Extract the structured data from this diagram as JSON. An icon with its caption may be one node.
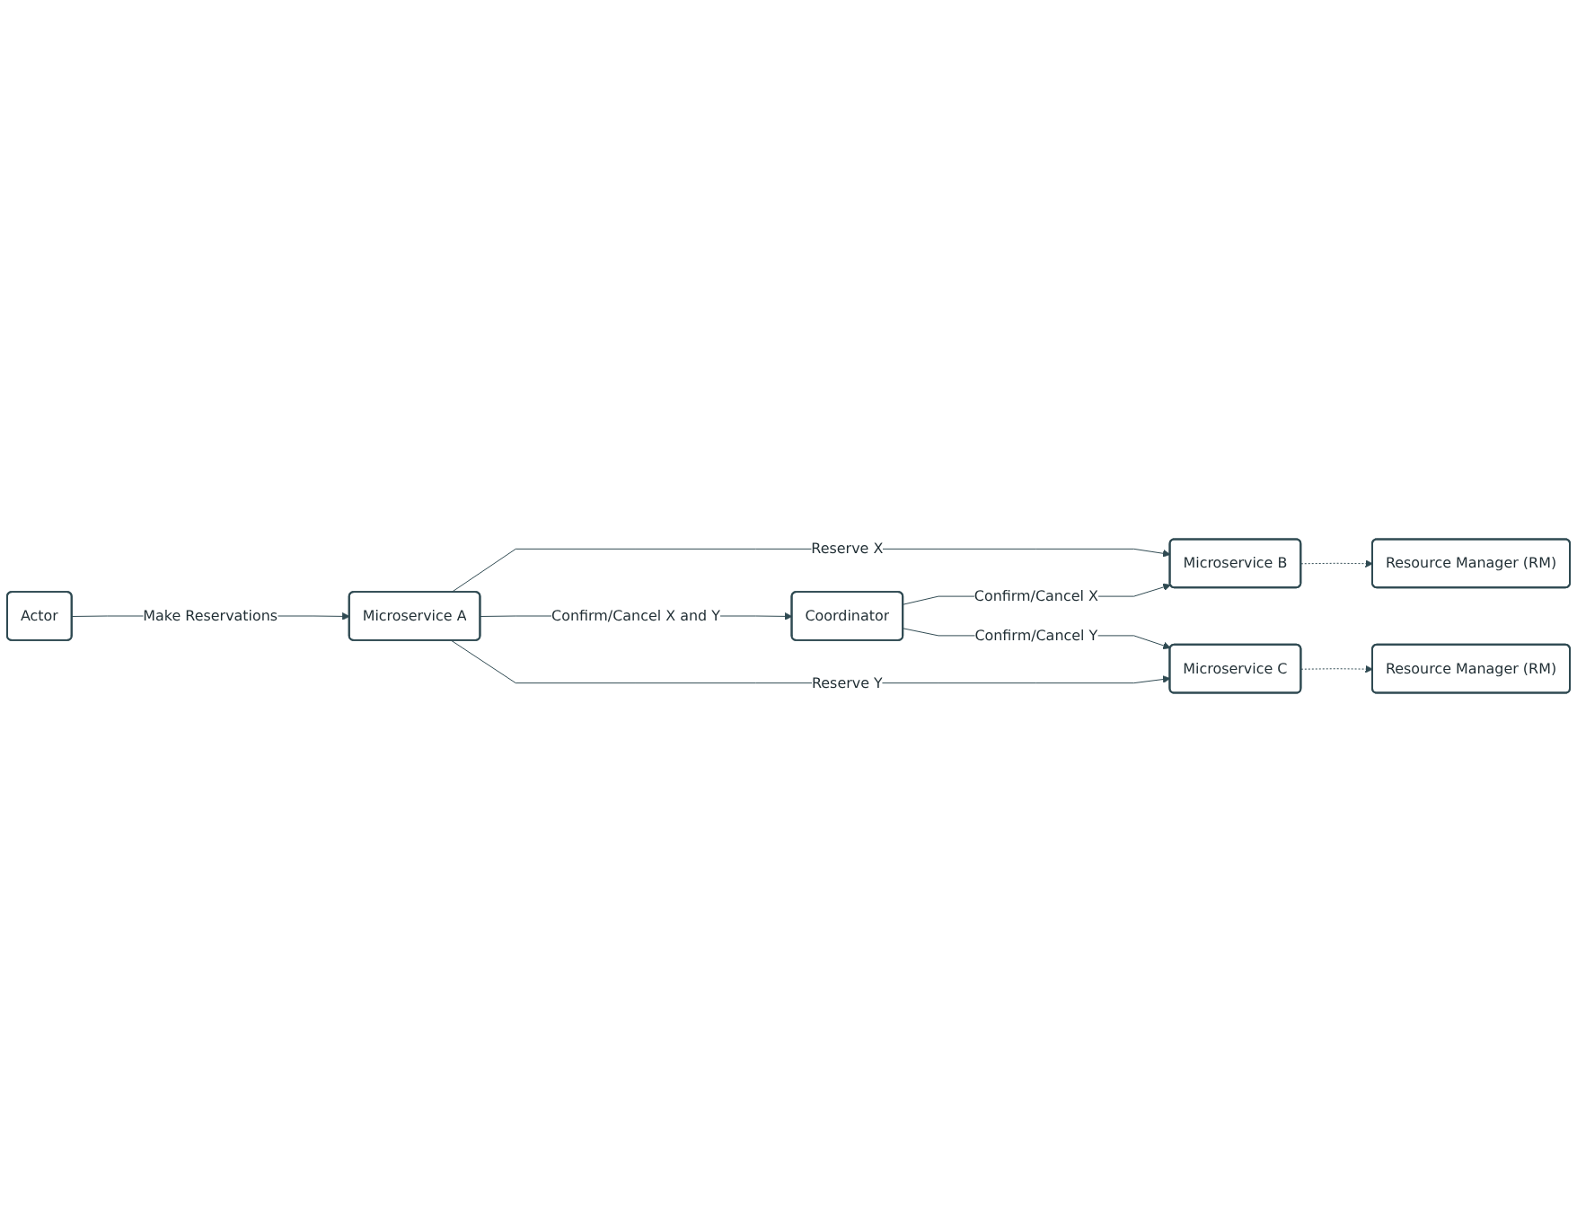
{
  "diagram": {
    "nodes": [
      {
        "text": [
          "Microservice B"
        ]
      },
      {
        "text": [
          "Resource Manager (RM)"
        ]
      },
      {
        "text": [
          "Actor"
        ]
      },
      {
        "text": [
          "Microservice A"
        ]
      },
      {
        "text": [
          "Coordinator"
        ]
      },
      {
        "text": [
          "Microservice C"
        ]
      },
      {
        "text": [
          "Resource Manager (RM)"
        ]
      }
    ],
    "edges": [
      {
        "from": 2,
        "to": 3,
        "arrow": "to",
        "label": "Make Reservations"
      },
      {
        "from": 3,
        "to": 0,
        "arrow": "to",
        "label": "Reserve X"
      },
      {
        "from": 3,
        "to": 4,
        "arrow": "to",
        "label": "Confirm/Cancel X and Y"
      },
      {
        "from": 4,
        "to": 0,
        "arrow": "to",
        "label": "Confirm/Cancel X"
      },
      {
        "from": 4,
        "to": 5,
        "arrow": "to",
        "label": "Confirm/Cancel Y"
      },
      {
        "from": 3,
        "to": 5,
        "arrow": "to",
        "label": "Reserve Y"
      },
      {
        "from": 0,
        "to": 1,
        "arrow": "to",
        "style": "dashed"
      },
      {
        "from": 5,
        "to": 6,
        "arrow": "to",
        "style": "dashed"
      }
    ]
  }
}
